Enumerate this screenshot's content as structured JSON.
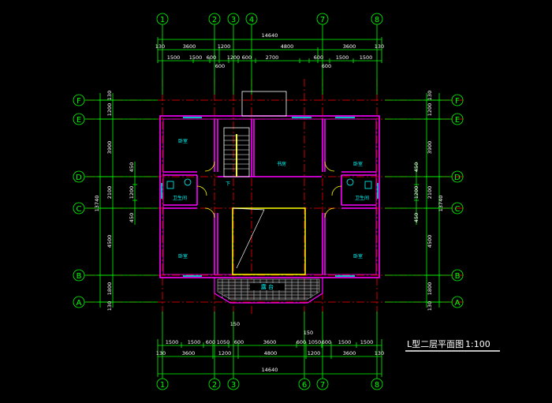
{
  "title": {
    "text": "L型二层平面图",
    "scale": "1:100"
  },
  "colors": {
    "background": "#000000",
    "dimension": "#00ff00",
    "wall": "#ff00ff",
    "axis_line": "#ff0000",
    "door": "#ffff00",
    "window": "#00ffff",
    "title": "#ffffff"
  },
  "vertical_axes": {
    "top": [
      "1",
      "2",
      "3",
      "4",
      "7",
      "8"
    ],
    "bottom": [
      "1",
      "2",
      "3",
      "6",
      "7",
      "8"
    ]
  },
  "horizontal_axes": [
    "F",
    "E",
    "D",
    "C",
    "B",
    "A"
  ],
  "top_dims": {
    "overall": "14640",
    "row2": [
      "130",
      "3600",
      "1200",
      "4800",
      "3600",
      "130"
    ],
    "row3": [
      "1500",
      "1500",
      "600",
      "1200",
      "600",
      "2700",
      "600",
      "1500",
      "1500"
    ],
    "extra": [
      "600",
      "600"
    ]
  },
  "bottom_dims": {
    "notes": [
      "150",
      "150"
    ],
    "row1": [
      "1500",
      "1500",
      "600",
      "1050",
      "600",
      "3600",
      "600",
      "1050",
      "600",
      "1500",
      "1500"
    ],
    "row2": [
      "130",
      "3600",
      "1200",
      "4800",
      "1200",
      "3600",
      "130"
    ],
    "overall": "14640"
  },
  "left_dims": {
    "outer": "13740",
    "segments": [
      "1200",
      "3900",
      "2100",
      "4500",
      "1800",
      "130",
      "130"
    ],
    "inner": [
      "450",
      "1200",
      "450"
    ]
  },
  "right_dims": {
    "outer": "13740",
    "segments": [
      "1200",
      "3900",
      "2100",
      "4500",
      "1800",
      "130",
      "130"
    ],
    "inner": [
      "450",
      "1200",
      "450"
    ]
  },
  "rooms": {
    "bedroom_nw": "卧室",
    "bedroom_ne": "卧室",
    "bedroom_sw": "卧室",
    "bedroom_se": "卧室",
    "study": "书房",
    "bath_w": "卫生间",
    "bath_e": "卫生间",
    "terrace": "露 台",
    "stair_label": "下"
  }
}
